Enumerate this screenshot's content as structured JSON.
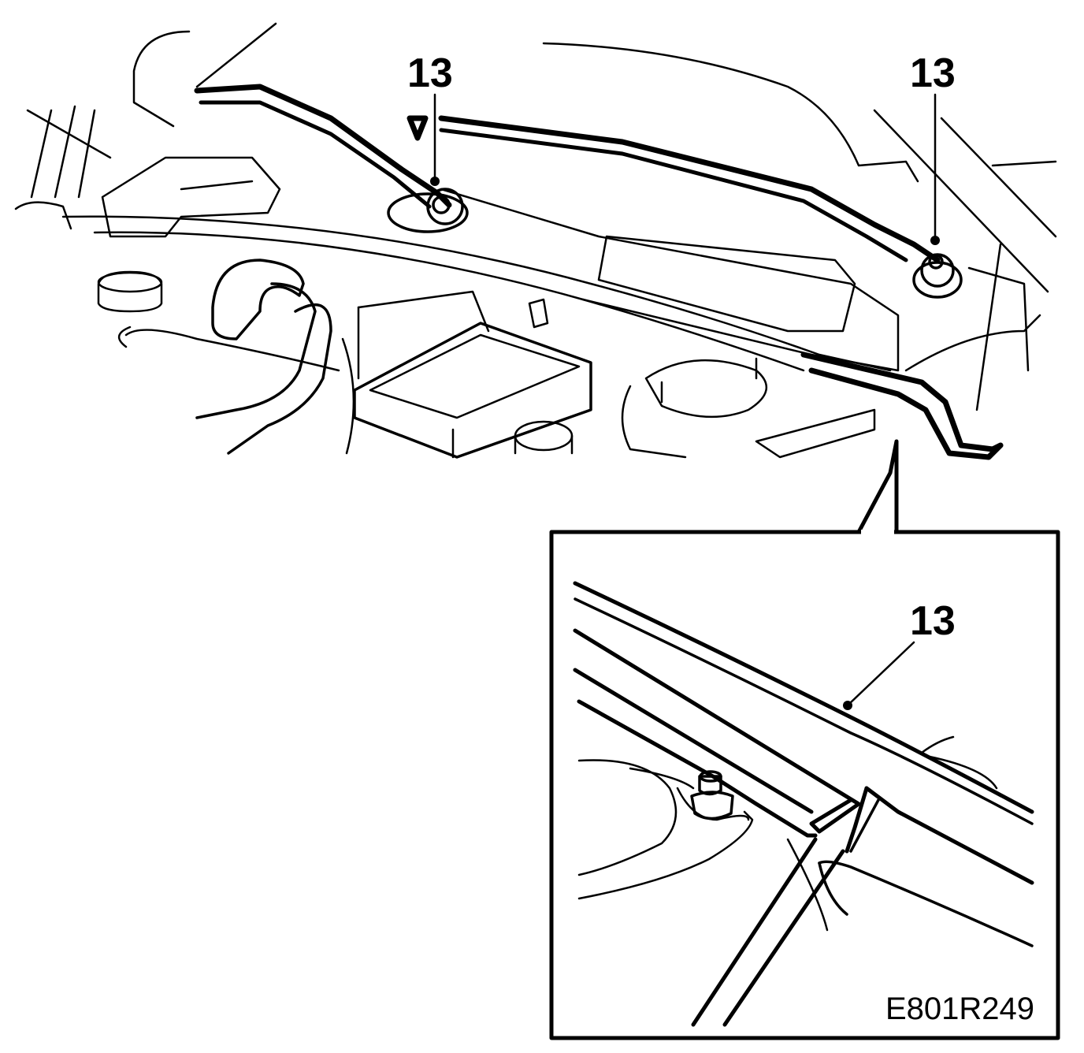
{
  "callouts": [
    {
      "id": "left-mount",
      "label": "13"
    },
    {
      "id": "right-mount",
      "label": "13"
    },
    {
      "id": "detail",
      "label": "13"
    }
  ],
  "figure_code": "E801R249",
  "colors": {
    "line": "#000000",
    "background": "#ffffff"
  }
}
